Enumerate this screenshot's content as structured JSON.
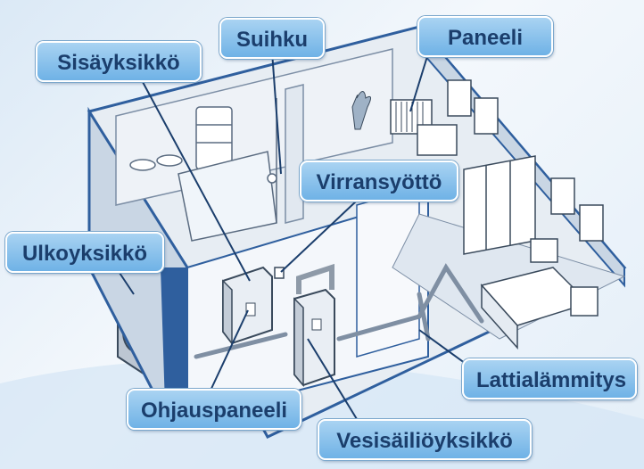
{
  "labels": {
    "sisayksikko": "Sisäyksikkö",
    "suihku": "Suihku",
    "paneeli": "Paneeli",
    "virransyotto": "Virransyöttö",
    "ulkoyksikko": "Ulkoyksikkö",
    "ohjauspaneeli": "Ohjauspaneeli",
    "vesisailioyksikko": "Vesisäiliöyksikkö",
    "lattialammitys": "Lattialämmitys"
  },
  "colors": {
    "label_fill_top": "#a9d3f2",
    "label_fill_bottom": "#6fb2e6",
    "label_text": "#1b3e6c",
    "leader_line": "#1b3e6c",
    "wall_edge": "#2f5f9e",
    "floor_pipe": "#7f8fa3"
  }
}
